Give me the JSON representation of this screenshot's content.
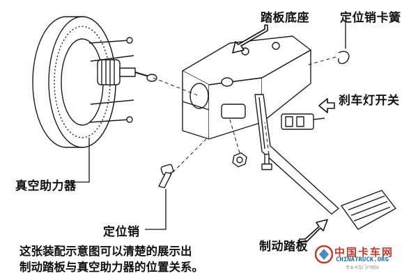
{
  "labels": {
    "pedal_base": "踏板底座",
    "locating_pin_clip": "定位销卡簧",
    "brake_light_switch": "刹车灯开关",
    "vacuum_booster": "真空助力器",
    "locating_pin": "定位销",
    "brake_pedal": "制动踏板"
  },
  "caption": {
    "line1": "这张装配示意图可以清楚的展示出",
    "line2": "制动踏板与真空助力器的位置关系。"
  },
  "watermark": {
    "name": "中国卡车网",
    "site": "CHINATRUCK.ORG",
    "sub": "专业卡车门户网站"
  },
  "colors": {
    "line": "#1a1a1a",
    "arrow_outline": "#111111",
    "watermark_red": "#c0392b",
    "watermark_blue": "#1f6fb0"
  }
}
